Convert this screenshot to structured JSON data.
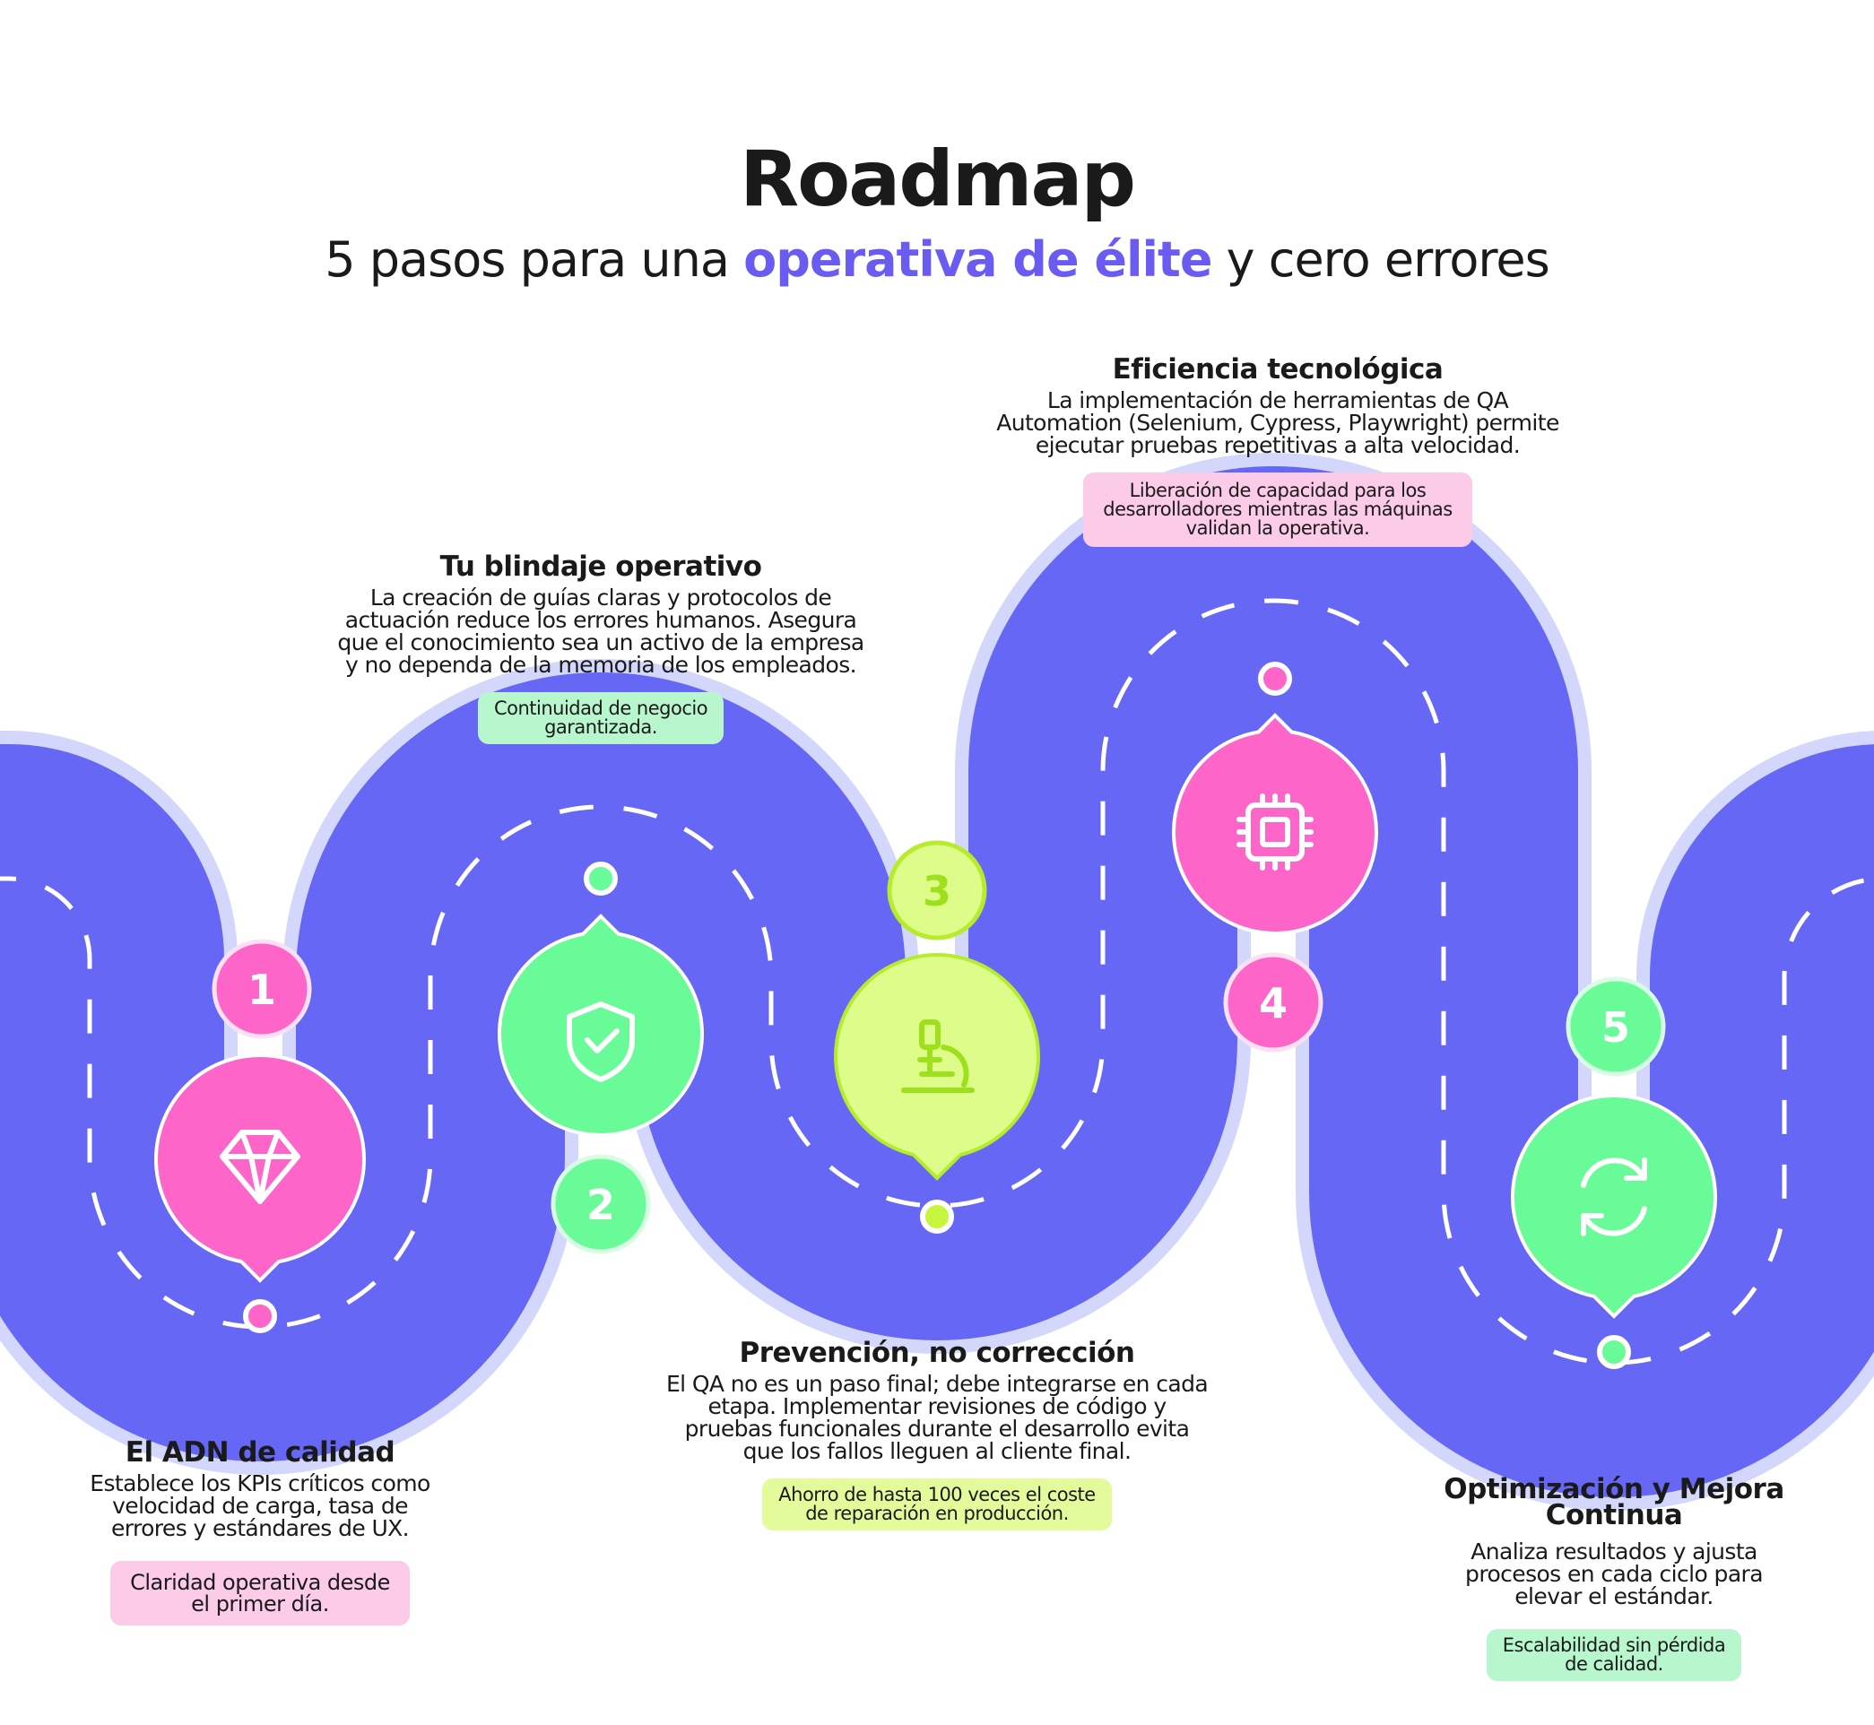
{
  "header": {
    "title": "Roadmap",
    "subtitle_before": "5 pasos para una ",
    "subtitle_highlight": "operativa de élite",
    "subtitle_after": " y cero errores"
  },
  "colors": {
    "road": "#6667f5",
    "road_border": "#d3d7fb",
    "pink": "#fd66c8",
    "green": "#69fb98",
    "lime": "#ddfc8a",
    "highlight": "#6a5cf0"
  },
  "steps": [
    {
      "number": "1",
      "icon": "diamond-icon",
      "title": "El ADN de calidad",
      "lines": [
        "Establece los KPIs críticos como",
        "velocidad de carga, tasa de",
        "errores y estándares de UX."
      ],
      "tag_lines": [
        "Claridad operativa desde",
        "el primer día."
      ]
    },
    {
      "number": "2",
      "icon": "shield-check-icon",
      "title": "Tu blindaje operativo",
      "lines": [
        "La creación de guías claras y protocolos de",
        "actuación reduce los errores humanos. Asegura",
        "que el conocimiento sea un activo de la empresa",
        "y no dependa de la memoria de los empleados."
      ],
      "tag_lines": [
        "Continuidad de negocio",
        "garantizada."
      ]
    },
    {
      "number": "3",
      "icon": "microscope-icon",
      "title": "Prevención, no corrección",
      "lines": [
        "El QA no es un paso final; debe integrarse en cada",
        "etapa. Implementar revisiones de código y",
        "pruebas funcionales durante el desarrollo evita",
        "que los fallos lleguen al cliente final."
      ],
      "tag_lines": [
        "Ahorro de hasta 100 veces el coste",
        "de reparación en producción."
      ]
    },
    {
      "number": "4",
      "icon": "cpu-chip-icon",
      "title": "Eficiencia tecnológica",
      "lines": [
        "La implementación de herramientas de QA",
        "Automation (Selenium, Cypress, Playwright) permite",
        "ejecutar pruebas repetitivas a alta velocidad."
      ],
      "tag_lines": [
        "Liberación de capacidad para los",
        "desarrolladores mientras las máquinas",
        "validan la operativa."
      ]
    },
    {
      "number": "5",
      "icon": "refresh-icon",
      "title_lines": [
        "Optimización y Mejora",
        "Continua"
      ],
      "lines": [
        "Analiza resultados y ajusta",
        "procesos en cada ciclo para",
        "elevar el estándar."
      ],
      "tag_lines": [
        "Escalabilidad sin pérdida",
        "de calidad."
      ]
    }
  ]
}
